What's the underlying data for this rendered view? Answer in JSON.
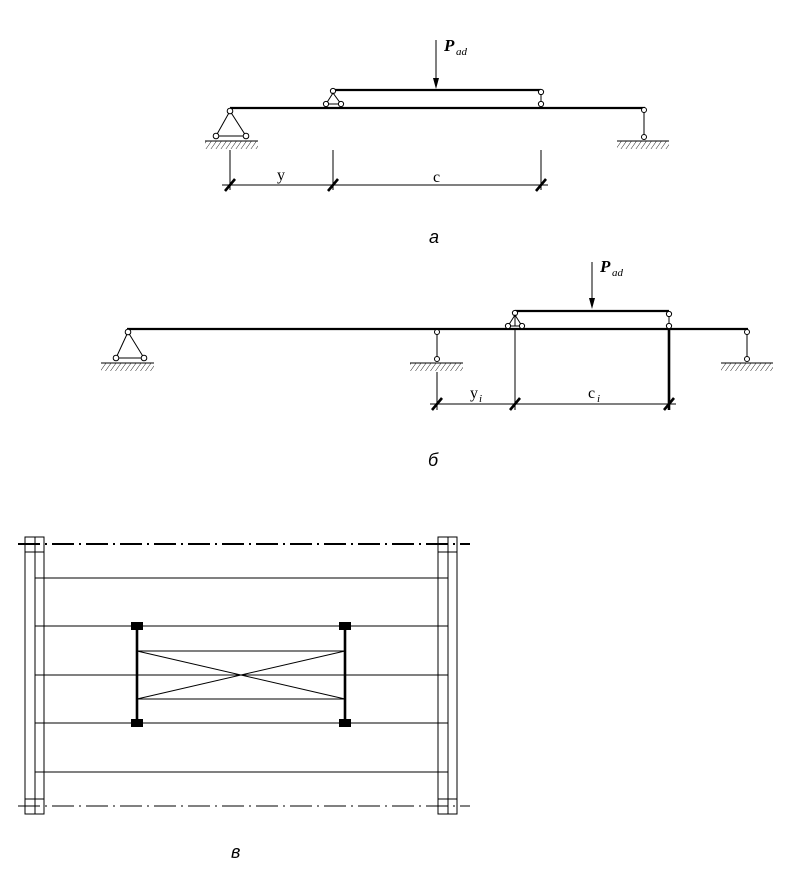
{
  "diagram_a": {
    "load_label": "P",
    "load_subscript": "ad",
    "dim_y": "y",
    "dim_c": "c",
    "caption": "а"
  },
  "diagram_b": {
    "load_label": "P",
    "load_subscript": "ad",
    "dim_y": "y",
    "dim_y_sub": "i",
    "dim_c": "c",
    "dim_c_sub": "i",
    "caption": "б"
  },
  "diagram_c": {
    "caption": "в"
  }
}
